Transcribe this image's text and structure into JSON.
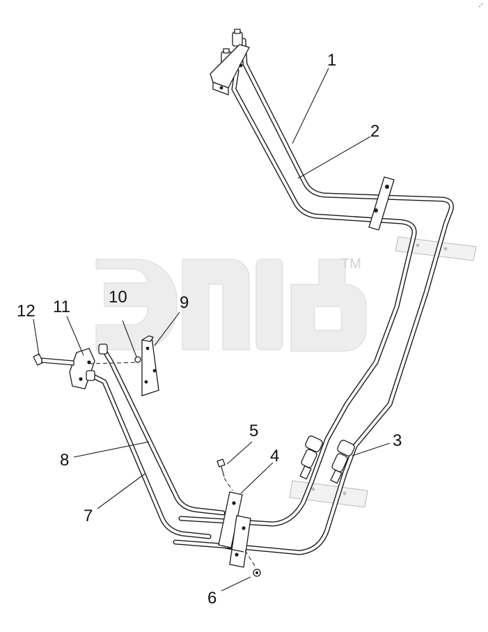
{
  "callouts": [
    {
      "label": "1"
    },
    {
      "label": "2"
    },
    {
      "label": "3"
    },
    {
      "label": "4"
    },
    {
      "label": "5"
    },
    {
      "label": "6"
    },
    {
      "label": "7"
    },
    {
      "label": "8"
    },
    {
      "label": "9"
    },
    {
      "label": "10"
    },
    {
      "label": "11"
    },
    {
      "label": "12"
    }
  ],
  "watermark": {
    "trademark": "TM"
  },
  "corner_mark": "⤢"
}
